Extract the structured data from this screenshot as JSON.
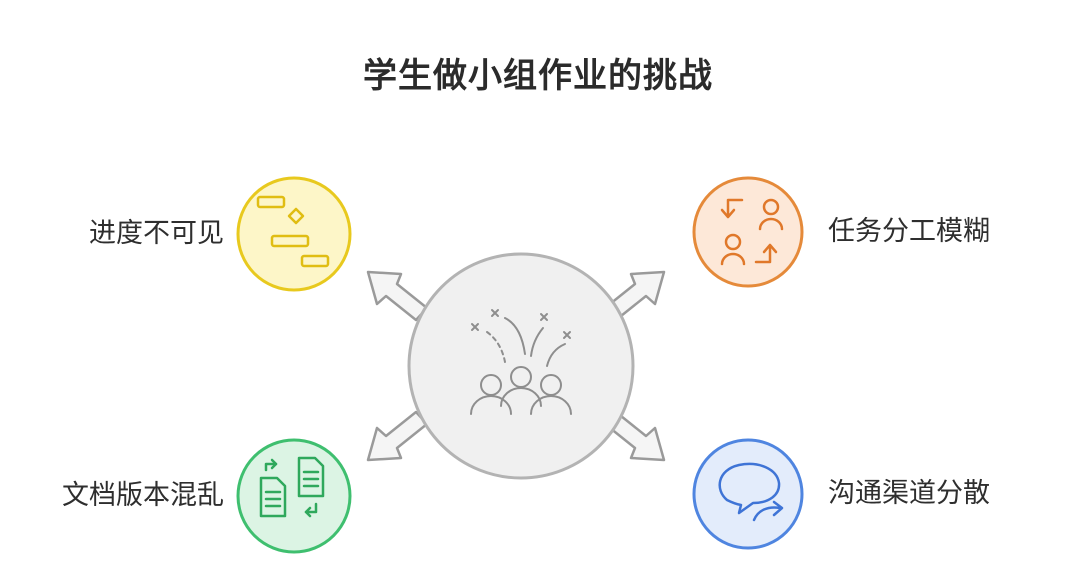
{
  "title": "学生做小组作业的挑战",
  "nodes": {
    "top_left": {
      "label": "进度不可见",
      "icon": "gantt-chart-icon"
    },
    "top_right": {
      "label": "任务分工模糊",
      "icon": "swap-users-icon"
    },
    "bottom_left": {
      "label": "文档版本混乱",
      "icon": "document-versions-icon"
    },
    "bottom_right": {
      "label": "沟通渠道分散",
      "icon": "chat-bubbles-icon"
    },
    "center": {
      "icon": "group-scatter-icon"
    }
  },
  "colors": {
    "yellow_fill": "#fdf6c8",
    "yellow_stroke": "#e8c91e",
    "orange_fill": "#fde8d8",
    "orange_stroke": "#e58a3a",
    "green_fill": "#dcf4e4",
    "green_stroke": "#3fbf6f",
    "blue_fill": "#e3ecfb",
    "blue_stroke": "#4f85e0",
    "center_fill": "#f0f0f0",
    "center_stroke": "#b3b3b3",
    "arrow_fill": "#f5f5f5",
    "arrow_stroke": "#9a9a9a"
  }
}
